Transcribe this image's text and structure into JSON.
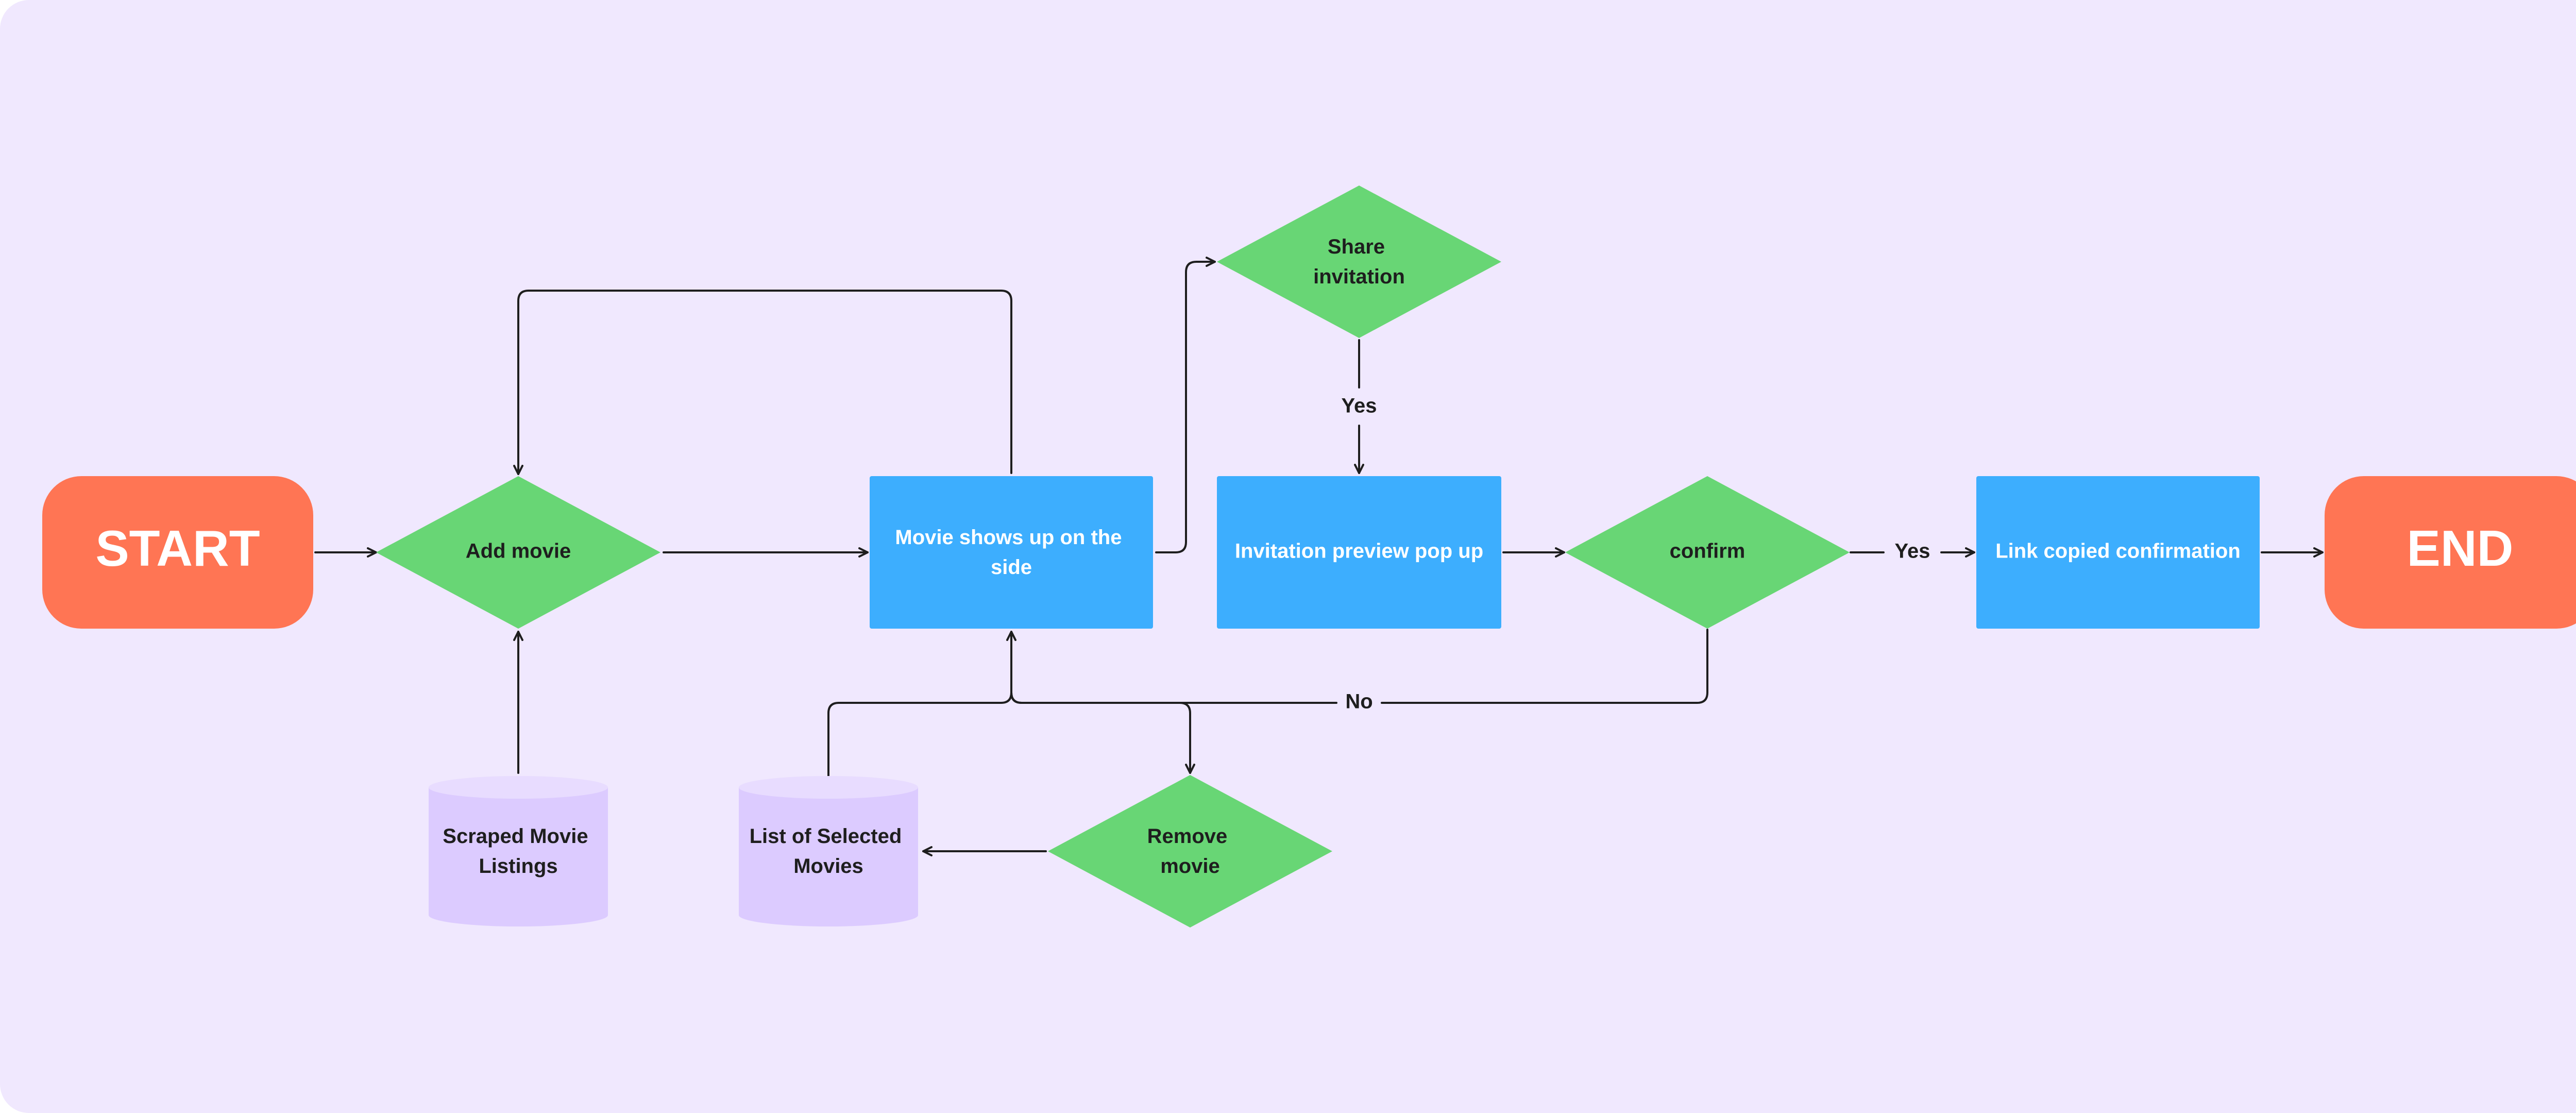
{
  "colors": {
    "canvas_bg": "#f0e8fe",
    "terminal": "#ff7554",
    "process": "#3daefe",
    "decision": "#68d675",
    "database": "#dccbff",
    "database_top": "#e8dcff",
    "edge": "#1e1e1e"
  },
  "nodes": {
    "start": {
      "label": "START"
    },
    "end": {
      "label": "END"
    },
    "add_movie": {
      "label": "Add movie"
    },
    "movie_shows": {
      "line1": "Movie shows up on the",
      "line2": "side"
    },
    "share_invitation": {
      "line1": "Share",
      "line2": "invitation"
    },
    "invitation_preview": {
      "label": "Invitation preview pop up"
    },
    "confirm": {
      "label": "confirm"
    },
    "link_copied": {
      "label": "Link copied confirmation"
    },
    "remove_movie": {
      "line1": "Remove",
      "line2": "movie"
    },
    "scraped_listings": {
      "line1": "Scraped Movie",
      "line2": "Listings"
    },
    "selected_movies": {
      "line1": "List of Selected",
      "line2": "Movies"
    }
  },
  "edge_labels": {
    "share_yes": "Yes",
    "confirm_yes": "Yes",
    "confirm_no": "No"
  }
}
